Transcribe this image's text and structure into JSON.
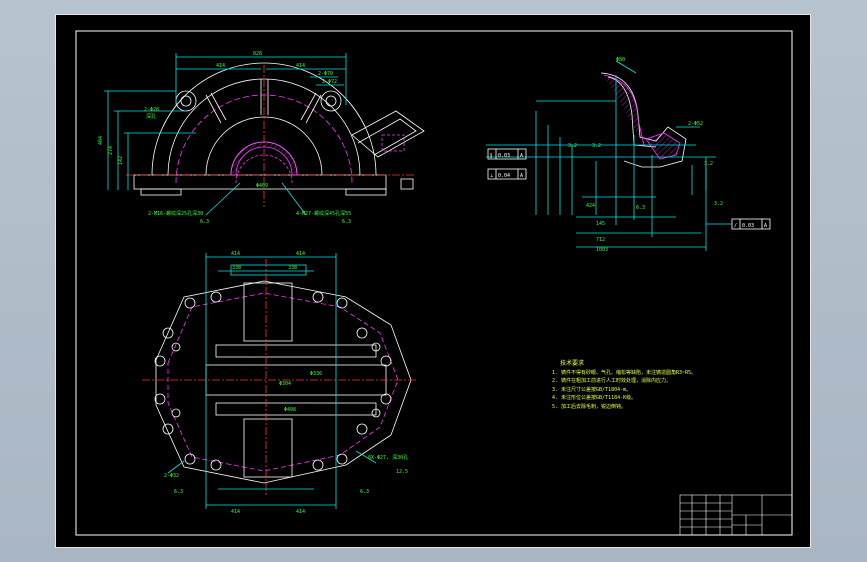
{
  "colors": {
    "outline": "#ffffff",
    "dimension": "#00e5e5",
    "center_line": "#ff3030",
    "hidden": "#ff33ff",
    "annotation": "#30ff30",
    "notes": "#e8ff3c"
  },
  "labels": {
    "top_dims": [
      "828",
      "414",
      "414"
    ],
    "top_right_dims": [
      "2-Φ70",
      "2-Φ72"
    ],
    "top_left_dims": [
      "2-Φ28",
      "深孔"
    ],
    "top_left_heights": [
      "404",
      "274",
      "142"
    ],
    "top_bottom_dims": [
      "Φ409"
    ],
    "top_callouts": [
      "2-M16-螺纹深25孔深30",
      "4-M27-螺纹深45孔深55"
    ],
    "top_roughness": [
      "6.3",
      "6.3"
    ],
    "bottom_dims": [
      "414",
      "414",
      "338",
      "338",
      "414",
      "414",
      "Φ304",
      "Φ336",
      "Φ408"
    ],
    "bottom_callouts": [
      "2-Φ32",
      "8X-Φ27, 深30孔"
    ],
    "bottom_roughness": [
      "6.3",
      "6.3",
      "12.5"
    ],
    "right_dims": [
      "Φ80",
      "2-Φ52",
      "424",
      "145",
      "712",
      "1003"
    ],
    "right_tol_left": [
      "∥",
      "0.03",
      "A"
    ],
    "right_tol_left2": [
      "⊥",
      "0.04",
      "A"
    ],
    "right_tol_right": [
      "/",
      "0.03",
      "A"
    ],
    "right_roughness": [
      "3.2",
      "3.2",
      "6.3",
      "3.2",
      "3.2"
    ],
    "notes_title": "技术要求",
    "notes": [
      "1. 铸件不得有砂眼、气孔、缩松等缺陷，未注铸造圆角R3~R5。",
      "2. 铸件在粗加工前进行人工时效处理，消除内应力。",
      "3. 未注尺寸公差按GB/T1804-m。",
      "4. 未注形位公差按GB/T1184-K级。",
      "5. 加工后去除毛刺，锐边倒钝。"
    ]
  }
}
